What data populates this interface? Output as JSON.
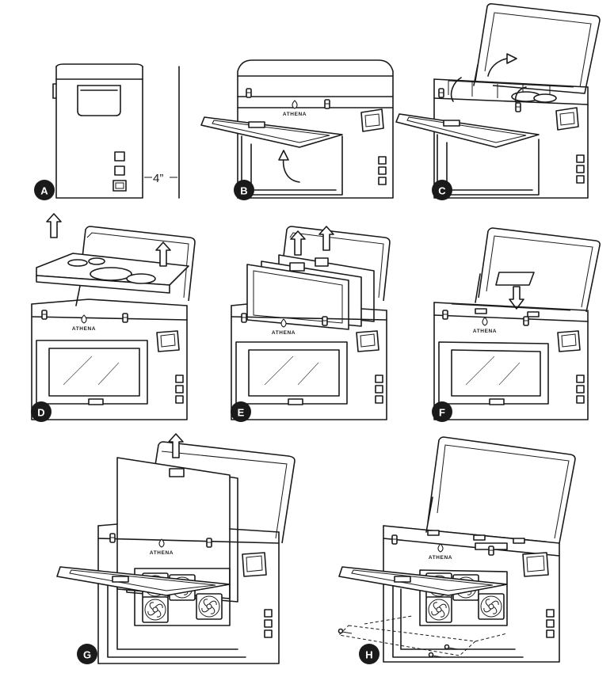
{
  "brand": "ATHENA",
  "dimension_label": "4”",
  "panels": [
    {
      "id": "A",
      "label": "A"
    },
    {
      "id": "B",
      "label": "B"
    },
    {
      "id": "C",
      "label": "C"
    },
    {
      "id": "D",
      "label": "D"
    },
    {
      "id": "E",
      "label": "E"
    },
    {
      "id": "F",
      "label": "F"
    },
    {
      "id": "G",
      "label": "G"
    },
    {
      "id": "H",
      "label": "H"
    }
  ],
  "colors": {
    "line": "#1a1a1a",
    "badge": "#1a1a1a",
    "background": "#ffffff"
  }
}
